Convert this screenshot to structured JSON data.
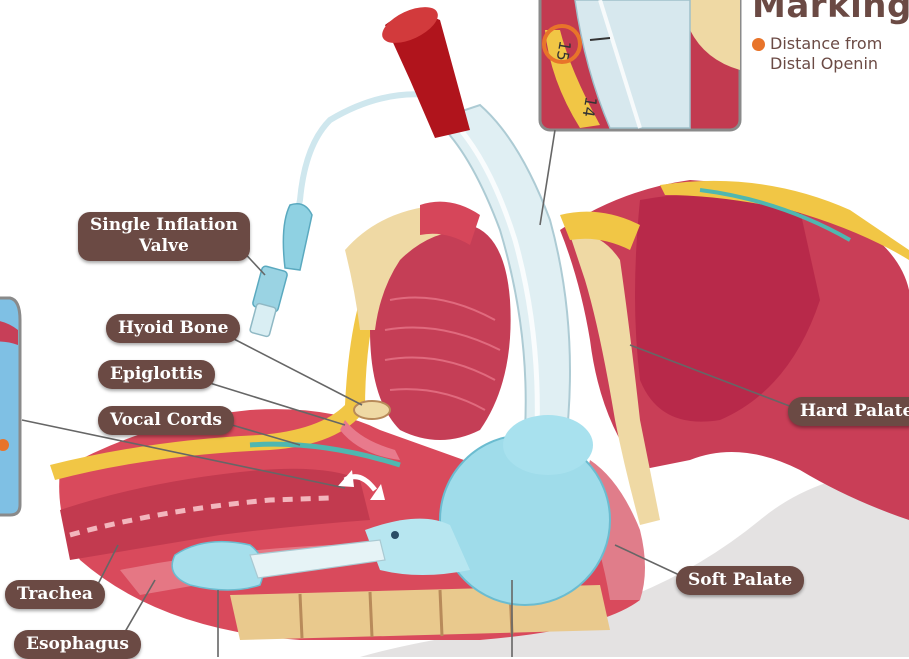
{
  "marking": {
    "title": "Marking",
    "line1": "Distance from",
    "line2": "Distal Openin",
    "dot_color": "#e8742a"
  },
  "inset": {
    "scale_marks": [
      "15",
      "14"
    ]
  },
  "labels": {
    "single_inflation_valve": [
      "Single Inflation",
      "Valve"
    ],
    "hyoid_bone": "Hyoid Bone",
    "epiglottis": "Epiglottis",
    "vocal_cords": "Vocal Cords",
    "trachea": "Trachea",
    "esophagus": "Esophagus",
    "hard_palate": "Hard Palate",
    "soft_palate": "Soft Palate"
  },
  "colors": {
    "label_bg": "#6b4a44",
    "cuff": "#9fdcea",
    "tube_connector": "#b0141c",
    "tissue": "#c0384c",
    "bone": "#efd9a4"
  }
}
